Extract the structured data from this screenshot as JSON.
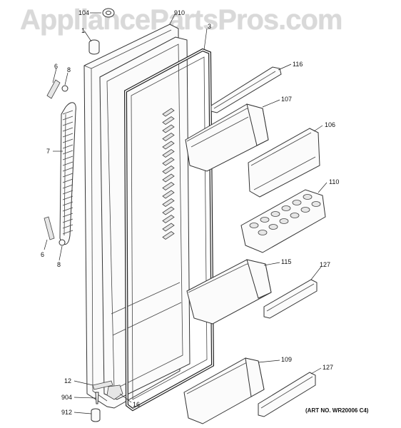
{
  "watermark": "AppliancePartsPros.com",
  "art_number": "(ART NO. WR20006 C4)",
  "callouts": {
    "c104": "104",
    "c910": "910",
    "c1": "1",
    "c3": "3",
    "c6a": "6",
    "c8a": "8",
    "c7": "7",
    "c6b": "6",
    "c8b": "8",
    "c116": "116",
    "c107": "107",
    "c106": "106",
    "c110": "110",
    "c115": "115",
    "c127a": "127",
    "c109": "109",
    "c127b": "127",
    "c12": "12",
    "c904": "904",
    "c16": "16",
    "c912": "912"
  }
}
